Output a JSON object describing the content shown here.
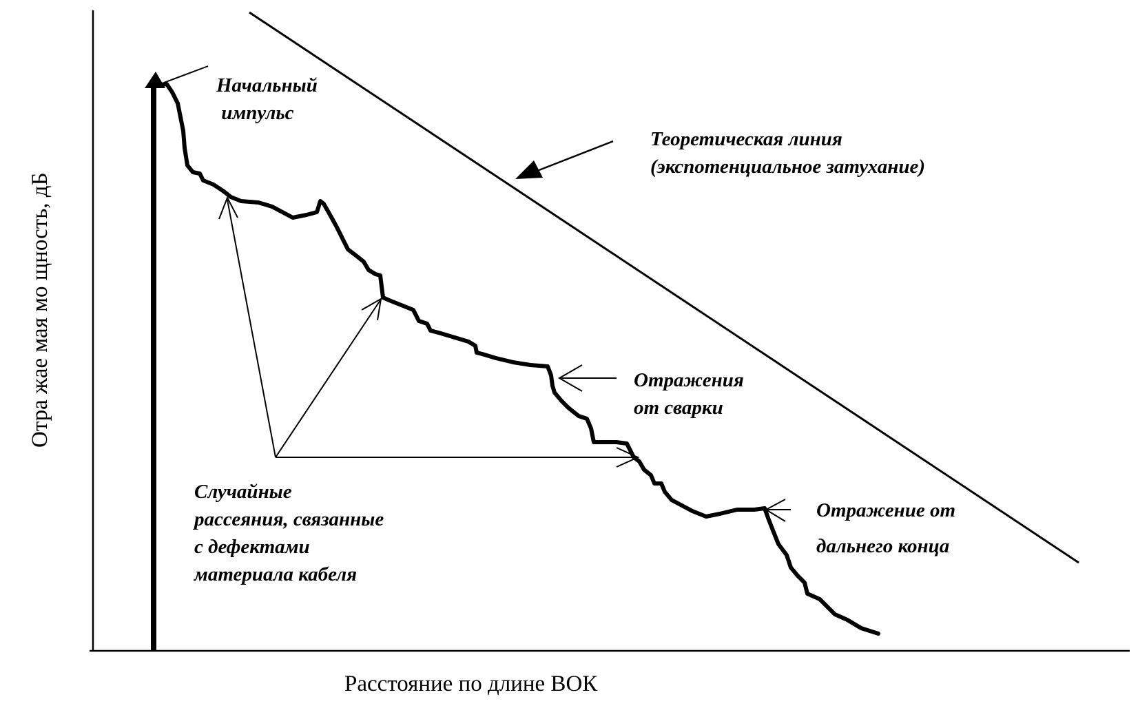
{
  "diagram": {
    "x_axis_label": "Расстояние по длине  ВОК",
    "y_axis_label": "Отра жае мая мо щность, дБ",
    "annotations": {
      "initial_pulse": "Начальный\n импульс",
      "theoretical_line": "Теоретическая линия\n(экспотенциальное затухание)",
      "weld_reflections": "Отражения\nот сварки",
      "far_end_reflection": "Отражение от\n\nдальнего конца",
      "random_scattering": "Случайные\nрассеяния, связанные\nс дефектами\nматериала кабеля"
    }
  }
}
